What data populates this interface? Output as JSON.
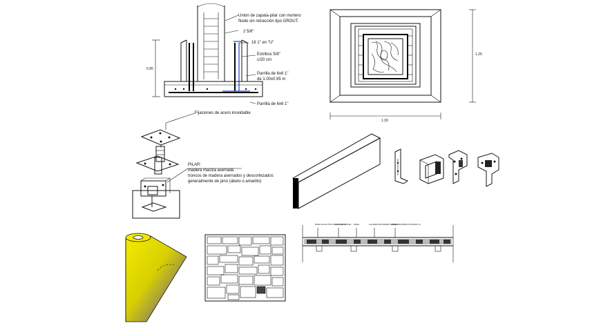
{
  "footing_section": {
    "note_union": "Unión de zapata-pilar con mortero",
    "note_grout": "fluido sin retracción tipo GROUT.",
    "label_bars": "2   5/8\"",
    "label_u": "16   1\" en \"U\"",
    "label_stirrups": "Estribos  5/8\"",
    "label_spacing": "c/20 cm",
    "label_grid": "Parrilla de 6x6  1\"",
    "label_grid_size": "de 1.00x0.95 m",
    "label_grid_bottom": "Parrilla de 6x6  1\"",
    "dim_height": "0.95"
  },
  "footing_plan": {
    "dim_width": "1.30",
    "dim_height": "1.25"
  },
  "post_base": {
    "label_fixings": "Fijaciones de acero inoxidable",
    "label_pilar": "PILAR:",
    "label_material": "madera maciza aserrada",
    "label_logs": "troncos de madera aserrados y descortezados",
    "label_species": "generalmente de pino (abeto o amarillo)"
  },
  "section_strip": {
    "labels": [
      "PANEL SOLAR TIPO FOTOVOLTAICO",
      "CALZO DE SOSTEN",
      "PANEL",
      "JALONERA DE MADERA TRATADA",
      "PIEDRA DE BORDE CANTEADO 15"
    ]
  },
  "colors": {
    "ink": "#111111",
    "rebar_blue": "#1a3fd1",
    "roll_yellow": "#f5ec00",
    "roll_violet": "#4b44b0"
  }
}
